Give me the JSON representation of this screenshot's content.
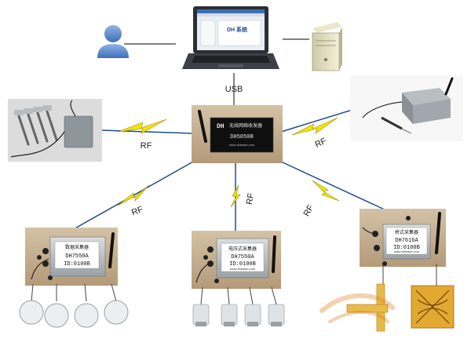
{
  "labels": {
    "usb": "USB",
    "rf": "RF"
  },
  "devices": {
    "gateway": {
      "logo": "DH",
      "name_cn": "无线网络收发器",
      "model": "DH5050B",
      "site": "www.dhtester.com"
    },
    "left_collector": {
      "name_cn": "数据采集器",
      "model": "DH7550A",
      "id": "ID:0100B"
    },
    "center_collector": {
      "name_cn": "电压式采集器",
      "model": "DH7550A",
      "id": "ID:0100B",
      "site": "www.dhtester.com"
    },
    "right_collector": {
      "name_cn": "桥式采集器",
      "model": "DH7616A",
      "id": "ID:0100B",
      "site": "www.dhtester.com"
    }
  },
  "laptop_screen_text": "DH 系统",
  "colors": {
    "rf_bolt": "#f2e30c",
    "link_line": "#1f4d8c",
    "accent_orange": "#e07b1a"
  }
}
